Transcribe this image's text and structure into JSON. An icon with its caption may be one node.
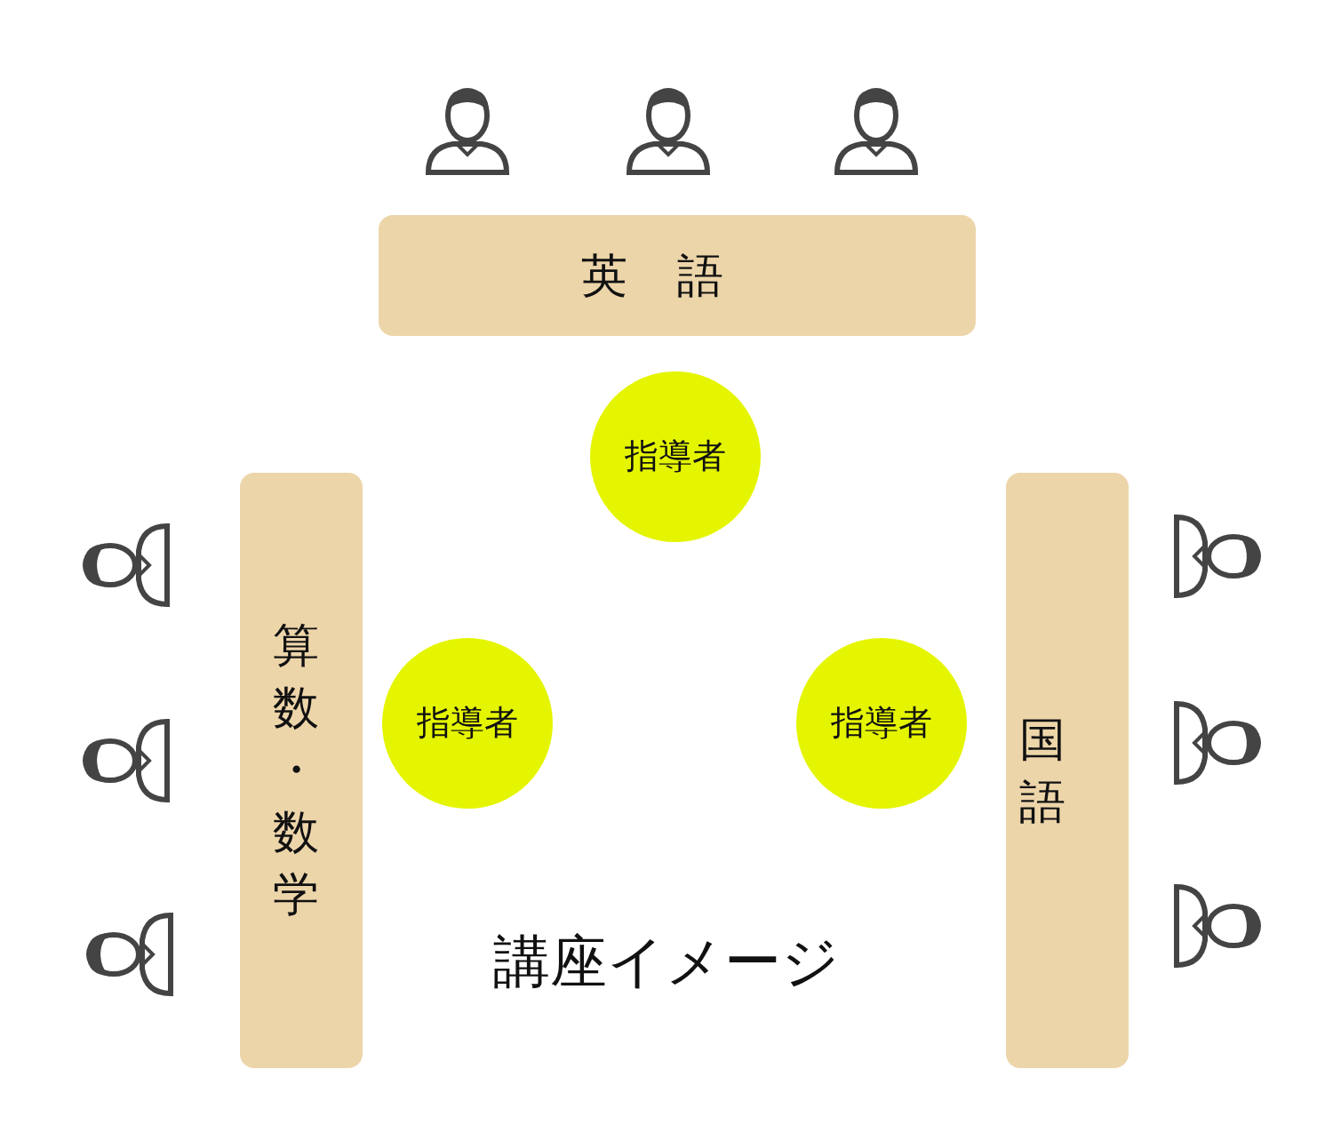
{
  "diagram": {
    "nodes": [
      {
        "text": [
          "英語"
        ]
      },
      {
        "text": [
          "指導者"
        ]
      },
      {
        "text": [
          "算数・数学"
        ]
      },
      {
        "text": [
          "指導者"
        ]
      },
      {
        "text": [
          "指導者"
        ]
      },
      {
        "text": [
          "国語"
        ]
      }
    ],
    "labels": [
      "講座イメージ"
    ]
  }
}
